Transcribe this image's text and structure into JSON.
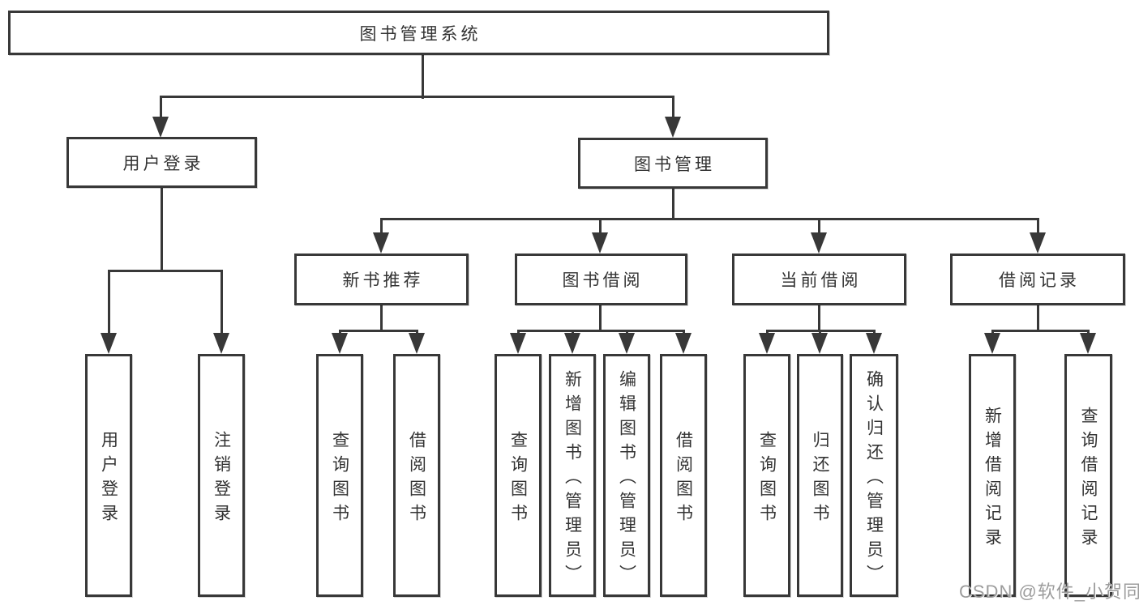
{
  "diagram": {
    "title": "图书管理系统",
    "level2": [
      "用户登录",
      "图书管理"
    ],
    "level3": [
      "新书推荐",
      "图书借阅",
      "当前借阅",
      "借阅记录"
    ],
    "leaves": {
      "user_login": [
        "用户登录",
        "注销登录"
      ],
      "new_book_recommend": [
        "查询图书",
        "借阅图书"
      ],
      "book_borrow": [
        "查询图书",
        "新增图书（管理员）",
        "编辑图书（管理员）",
        "借阅图书"
      ],
      "current_borrow": [
        "查询图书",
        "归还图书",
        "确认归还（管理员）"
      ],
      "borrow_records": [
        "新增借阅记录",
        "查询借阅记录"
      ]
    }
  },
  "watermark": "CSDN @软件_小贺同学",
  "colors": {
    "line": "#383838",
    "text": "#333333",
    "watermark": "#9c9c9c",
    "background": "#ffffff"
  }
}
